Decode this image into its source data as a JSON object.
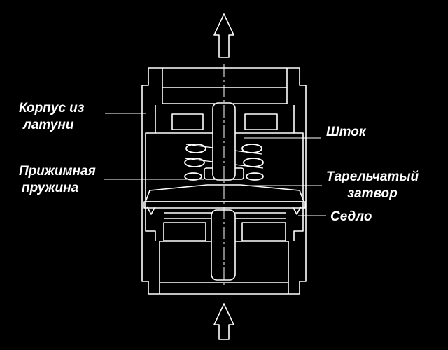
{
  "labels": {
    "body": [
      "Корпус из",
      "латуни"
    ],
    "stem": "Шток",
    "spring": [
      "Прижимная",
      "пружина"
    ],
    "disc": [
      "Тарельчатый",
      "затвор"
    ],
    "seat": "Седло"
  },
  "flow": {
    "direction": "up"
  },
  "colors": {
    "background": "#000000",
    "line": "#ffffff",
    "fill": "#000000"
  }
}
